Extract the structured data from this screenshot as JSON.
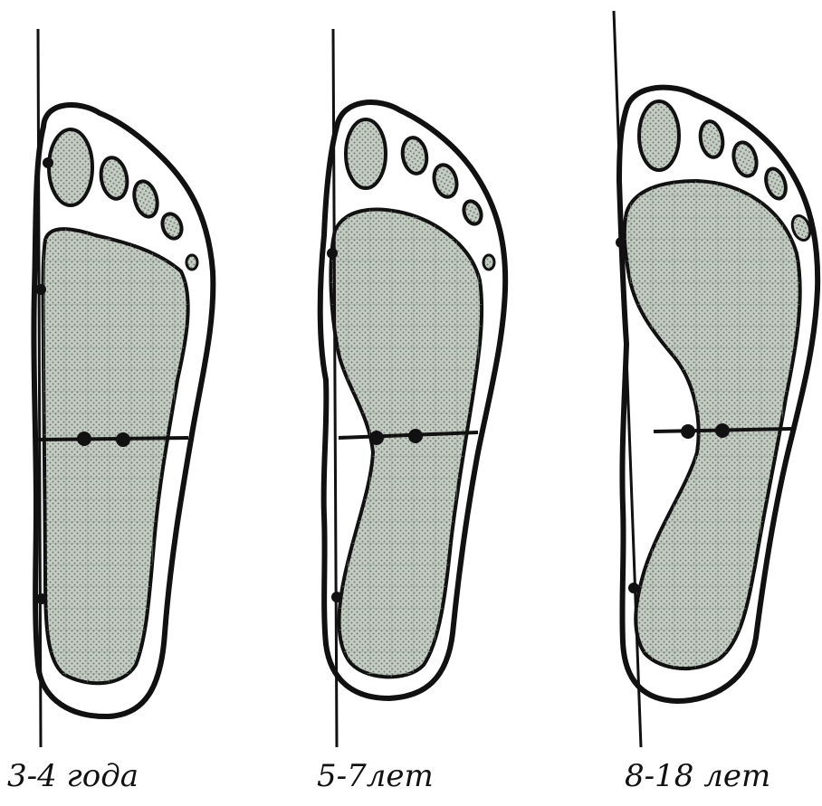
{
  "figure": {
    "captions": [
      "3-4 года",
      "5-7лет",
      "8-18 лет"
    ]
  },
  "colors": {
    "ink": "#111111",
    "print_fill": "#b9c3b9",
    "background": "#ffffff"
  }
}
